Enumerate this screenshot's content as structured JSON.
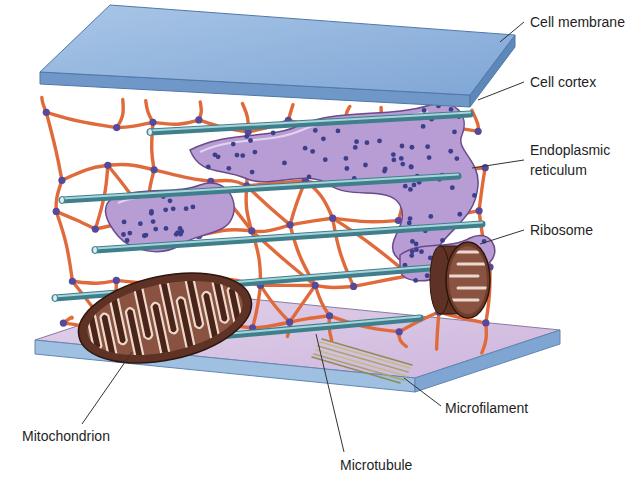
{
  "diagram": {
    "labels": [
      "Cell membrane",
      "Cell cortex",
      "Endoplasmic reticulum",
      "Ribosome",
      "Microfilament",
      "Mitochondrion",
      "Microtubule"
    ]
  }
}
